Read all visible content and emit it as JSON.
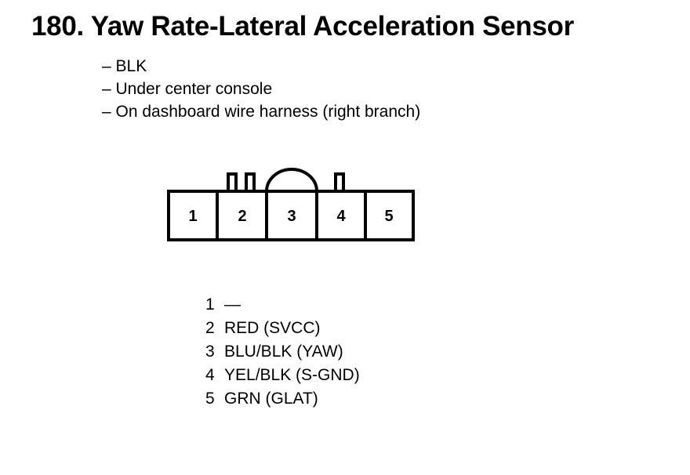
{
  "title": "180. Yaw Rate-Lateral Acceleration Sensor",
  "notes": [
    "– BLK",
    "– Under center console",
    "– On dashboard wire harness (right branch)"
  ],
  "connector": {
    "pins": [
      "1",
      "2",
      "3",
      "4",
      "5"
    ]
  },
  "pinout": [
    {
      "pin": "1",
      "wire": "—"
    },
    {
      "pin": "2",
      "wire": "RED (SVCC)"
    },
    {
      "pin": "3",
      "wire": "BLU/BLK (YAW)"
    },
    {
      "pin": "4",
      "wire": "YEL/BLK (S-GND)"
    },
    {
      "pin": "5",
      "wire": "GRN (GLAT)"
    }
  ]
}
